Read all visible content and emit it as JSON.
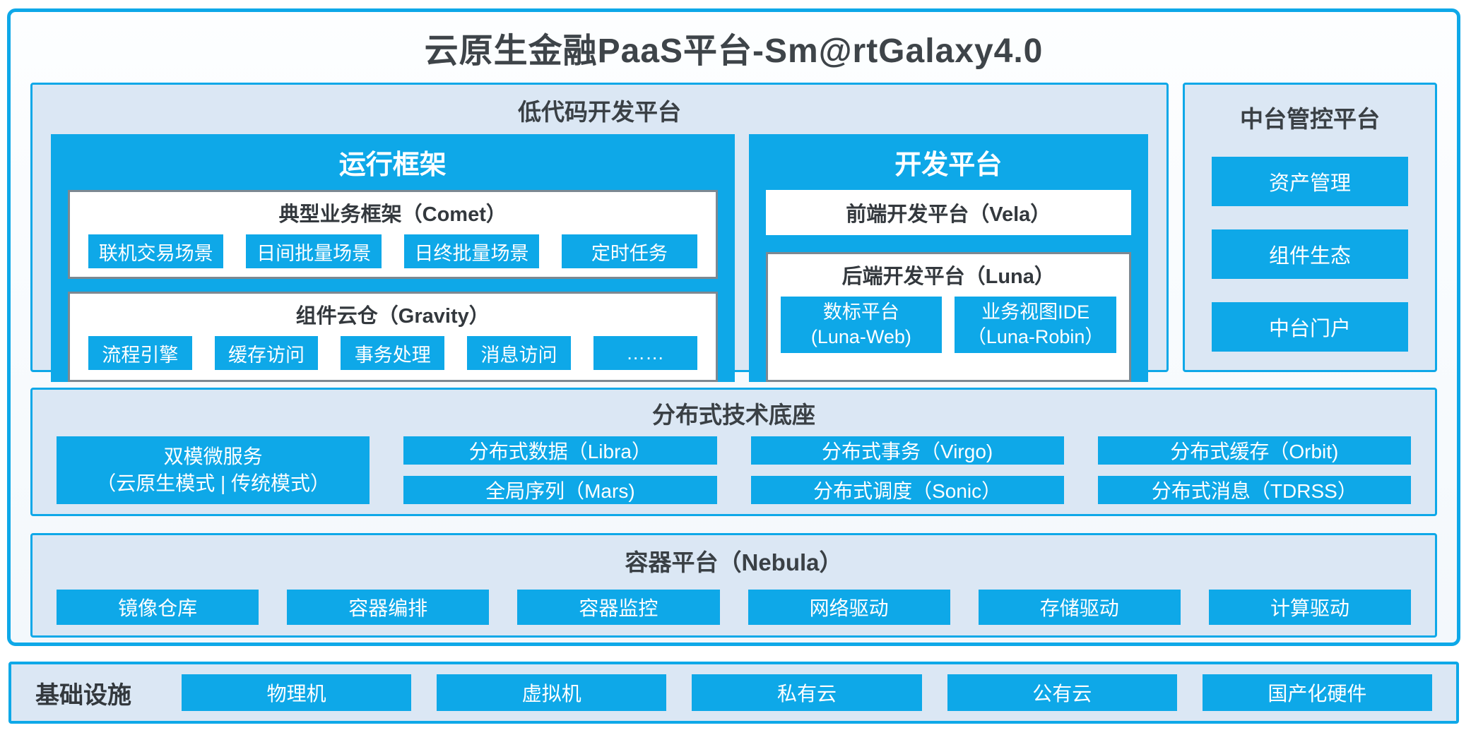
{
  "title": "云原生金融PaaS平台-Sm@rtGalaxy4.0",
  "colors": {
    "accent": "#0EA8E8",
    "panel_bg": "#DBE7F4",
    "gray_border": "#7D8891",
    "dark_text": "#383E44",
    "white_text": "#FFFFFF"
  },
  "lowcode": {
    "header": "低代码开发平台",
    "runtime": {
      "title": "运行框架",
      "comet": {
        "title": "典型业务框架（Comet）",
        "items": [
          "联机交易场景",
          "日间批量场景",
          "日终批量场景",
          "定时任务"
        ]
      },
      "gravity": {
        "title": "组件云仓（Gravity）",
        "items": [
          "流程引擎",
          "缓存访问",
          "事务处理",
          "消息访问",
          "……"
        ]
      }
    },
    "dev": {
      "title": "开发平台",
      "vela": "前端开发平台（Vela）",
      "luna": {
        "title": "后端开发平台（Luna）",
        "items": [
          {
            "line1": "数标平台",
            "line2": "(Luna-Web)"
          },
          {
            "line1": "业务视图IDE",
            "line2": "（Luna-Robin）"
          }
        ]
      }
    }
  },
  "midplatform": {
    "header": "中台管控平台",
    "items": [
      "资产管理",
      "组件生态",
      "中台门户"
    ]
  },
  "distributed": {
    "header": "分布式技术底座",
    "dual": {
      "line1": "双模微服务",
      "line2": "（云原生模式 | 传统模式）"
    },
    "cols": [
      [
        "分布式数据（Libra）",
        "全局序列（Mars)"
      ],
      [
        "分布式事务（Virgo)",
        "分布式调度（Sonic）"
      ],
      [
        "分布式缓存（Orbit)",
        "分布式消息（TDRSS）"
      ]
    ]
  },
  "nebula": {
    "header": "容器平台（Nebula）",
    "items": [
      "镜像仓库",
      "容器编排",
      "容器监控",
      "网络驱动",
      "存储驱动",
      "计算驱动"
    ]
  },
  "infra": {
    "header": "基础设施",
    "items": [
      "物理机",
      "虚拟机",
      "私有云",
      "公有云",
      "国产化硬件"
    ]
  }
}
